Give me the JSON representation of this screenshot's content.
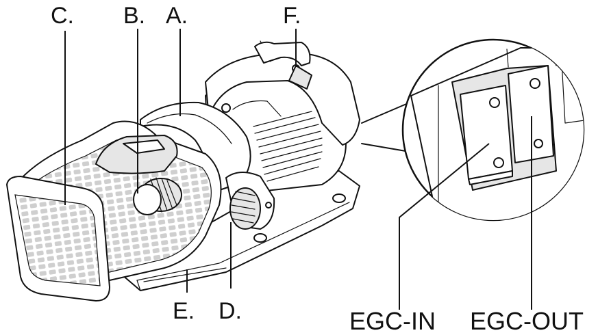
{
  "labels": {
    "a": "A.",
    "b": "B.",
    "c": "C.",
    "d": "D.",
    "e": "E.",
    "f": "F.",
    "egc_in": "EGC-IN",
    "egc_out": "EGC-OUT"
  },
  "colors": {
    "line": "#111111",
    "background": "#ffffff",
    "shade": "#e6e6e6"
  }
}
